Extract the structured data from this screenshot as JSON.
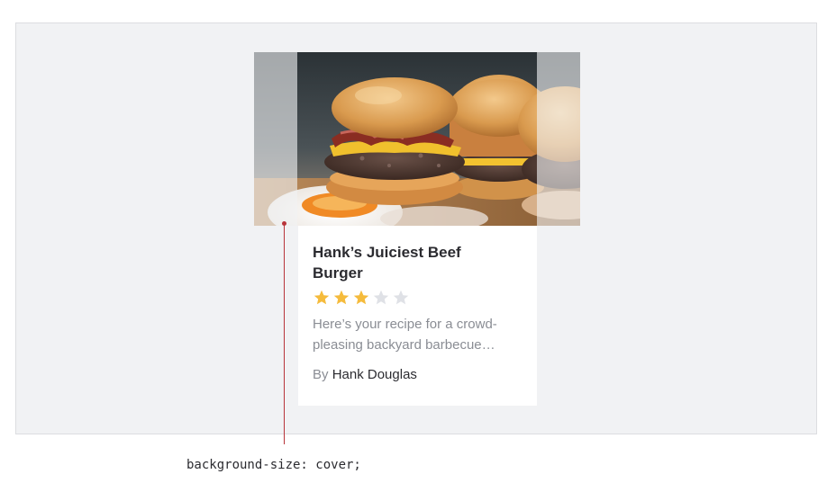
{
  "card": {
    "title": "Hank’s Juiciest Beef Burger",
    "rating": {
      "value": 3,
      "max": 5
    },
    "description": "Here’s your recipe for a crowd-pleasing backyard barbecue…",
    "byline_prefix": "By ",
    "author": "Hank Douglas"
  },
  "caption": {
    "css_code": "background-size: cover;"
  },
  "colors": {
    "panel_bg": "#f1f2f4",
    "card_bg": "#ffffff",
    "star_filled": "#f5bb3c",
    "star_empty": "#dfe1e6",
    "pointer": "#b8343a",
    "title_text": "#2b2b30",
    "muted_text": "#8a8d94"
  },
  "icons": {
    "star_filled": "star-filled-icon",
    "star_empty": "star-empty-icon"
  }
}
